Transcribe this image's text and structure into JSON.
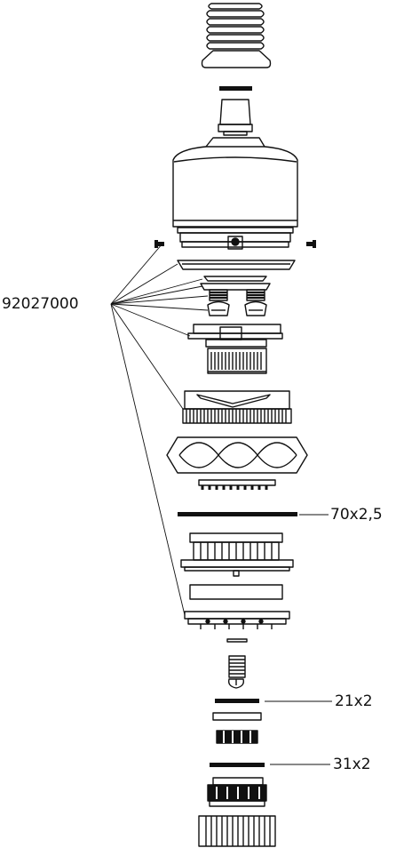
{
  "labels": {
    "kit": "92027000",
    "oring_large": "70x2,5",
    "oring_mid": "21x2",
    "oring_small": "31x2"
  }
}
